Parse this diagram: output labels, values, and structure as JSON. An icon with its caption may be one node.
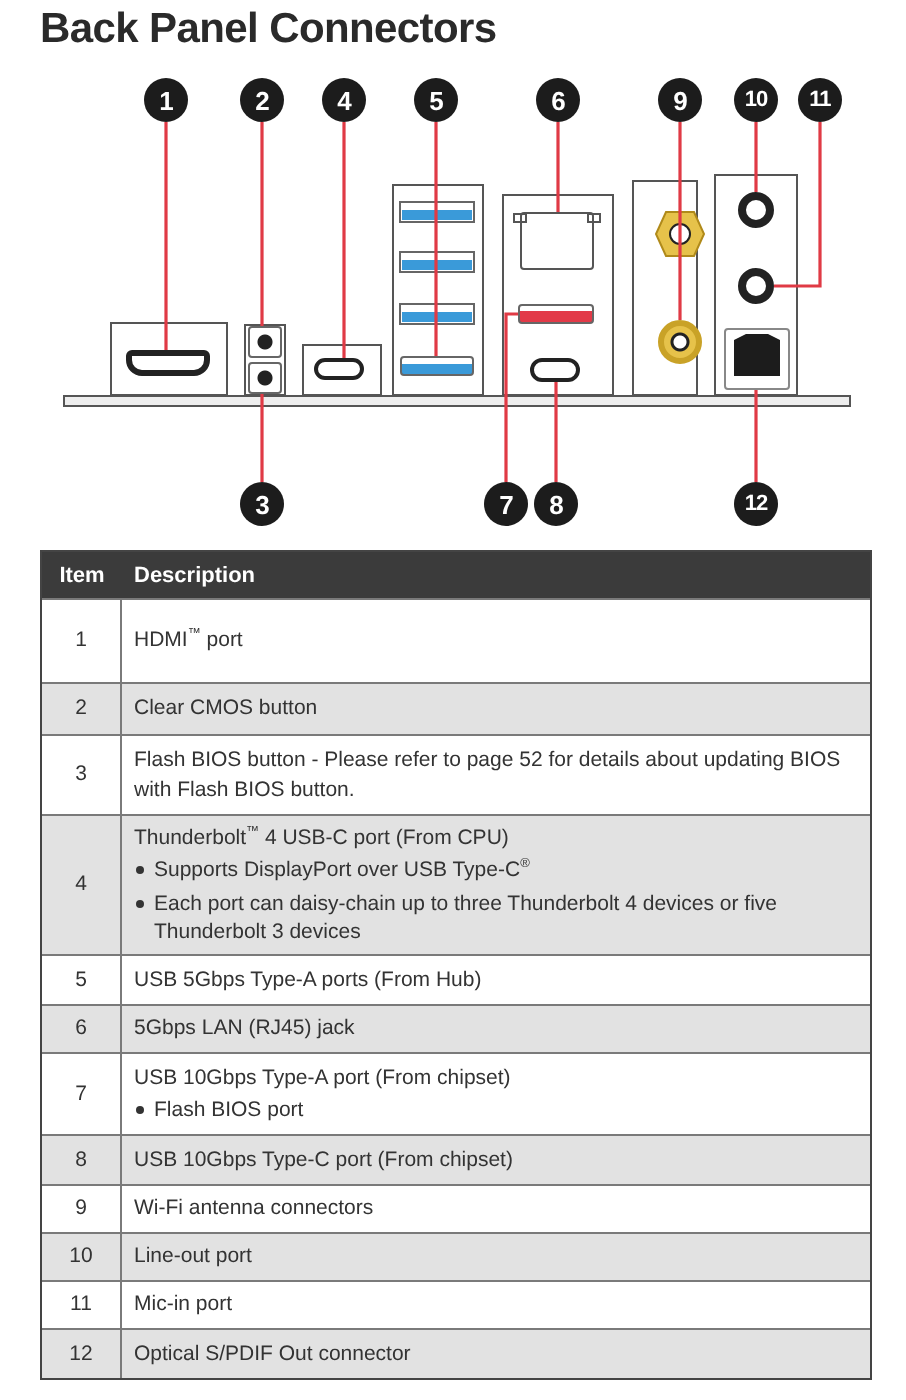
{
  "diagram": {
    "title": "Back Panel Connectors",
    "nodes": [
      {
        "text": [
          "1"
        ]
      },
      {
        "text": [
          "2"
        ]
      },
      {
        "text": [
          "3"
        ]
      },
      {
        "text": [
          "4"
        ]
      },
      {
        "text": [
          "5"
        ]
      },
      {
        "text": [
          "6"
        ]
      },
      {
        "text": [
          "7"
        ]
      },
      {
        "text": [
          "8"
        ]
      },
      {
        "text": [
          "9"
        ]
      },
      {
        "text": [
          "10"
        ]
      },
      {
        "text": [
          "11"
        ]
      },
      {
        "text": [
          "12"
        ]
      },
      {
        "text": [],
        "shape": "box"
      },
      {
        "text": [],
        "shape": "box"
      },
      {
        "text": [],
        "shape": "box"
      },
      {
        "text": [],
        "shape": "box"
      },
      {
        "text": [],
        "shape": "box"
      },
      {
        "text": [],
        "shape": "box"
      },
      {
        "text": [],
        "shape": "box"
      },
      {
        "text": [],
        "shape": "box"
      },
      {
        "text": [],
        "shape": "circle"
      },
      {
        "text": [],
        "shape": "circle"
      },
      {
        "text": [],
        "shape": "circle"
      },
      {
        "text": [],
        "shape": "box"
      }
    ],
    "edges": [
      {
        "from": 0,
        "to": 12,
        "arrow": "none"
      },
      {
        "from": 1,
        "to": 13,
        "arrow": "none"
      },
      {
        "from": 2,
        "to": 14,
        "arrow": "none"
      },
      {
        "from": 3,
        "to": 15,
        "arrow": "none"
      },
      {
        "from": 4,
        "to": 16,
        "arrow": "none"
      },
      {
        "from": 5,
        "to": 17,
        "arrow": "none"
      },
      {
        "from": 6,
        "to": 18,
        "arrow": "none"
      },
      {
        "from": 7,
        "to": 19,
        "arrow": "none"
      },
      {
        "from": 8,
        "to": 20,
        "arrow": "none"
      },
      {
        "from": 9,
        "to": 21,
        "arrow": "none"
      },
      {
        "from": 10,
        "to": 22,
        "arrow": "none"
      },
      {
        "from": 11,
        "to": 23,
        "arrow": "none"
      }
    ],
    "labels": [
      "Item",
      "Description",
      "1",
      "HDMI$^{™}$ port",
      "2",
      "Clear CMOS button",
      "3",
      "Flash BIOS button - Please refer to page 52 for details about updating BIOS with Flash BIOS button.",
      "4",
      "Thunderbolt$^{™}$ 4 USB-C port (From CPU)",
      "Supports DisplayPort over USB Type-C$^{®}$",
      "Each port can daisy-chain up to three Thunderbolt 4 devices or five Thunderbolt 3 devices",
      "5",
      "USB 5Gbps Type-A ports (From Hub)",
      "6",
      "5Gbps LAN (RJ45) jack",
      "7",
      "USB 10Gbps Type-A port (From chipset)",
      "Flash BIOS port",
      "8",
      "USB 10Gbps Type-C port (From chipset)",
      "9",
      "Wi-Fi antenna connectors",
      "10",
      "Line-out port",
      "11",
      "Mic-in port",
      "12",
      "Optical S/PDIF Out connector"
    ]
  }
}
